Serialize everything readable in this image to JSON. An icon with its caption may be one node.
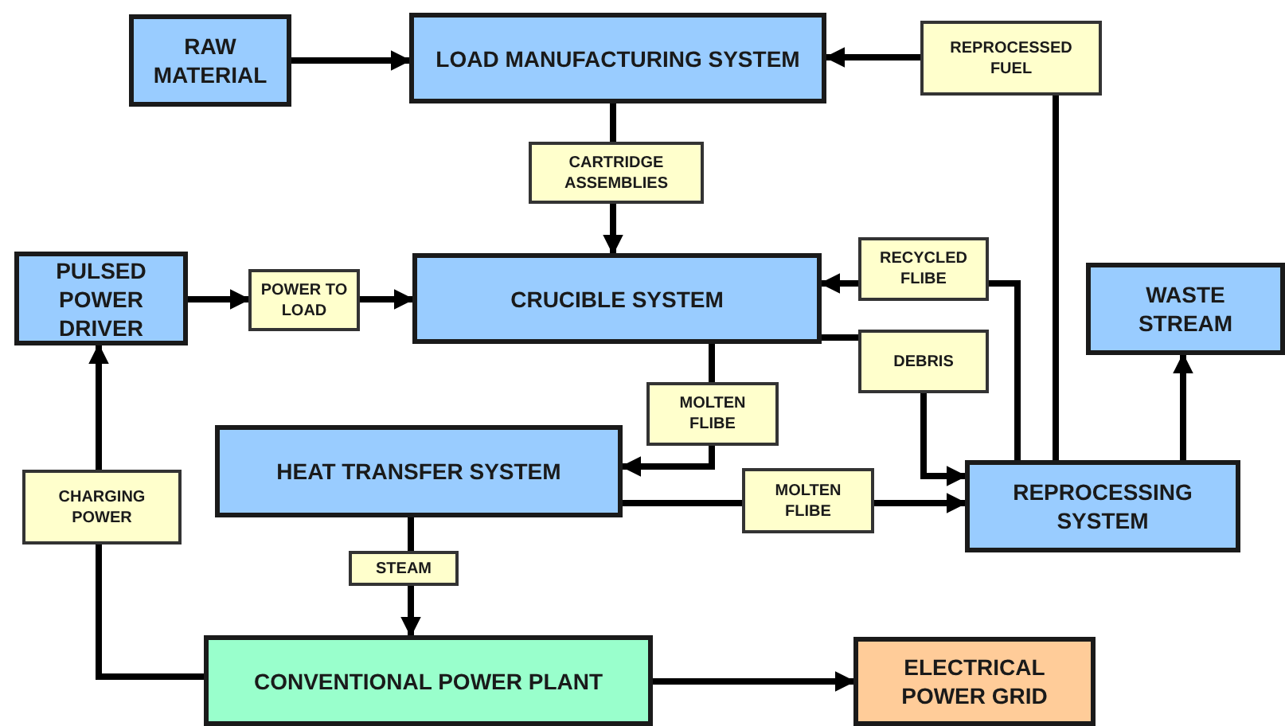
{
  "diagram": {
    "nodes": [
      {
        "text": [
          "RAW MATERIAL"
        ]
      },
      {
        "text": [
          "LOAD MANUFACTURING SYSTEM"
        ]
      },
      {
        "text": [
          "REPROCESSED FUEL"
        ]
      },
      {
        "text": [
          "CARTRIDGE ASSEMBLIES"
        ]
      },
      {
        "text": [
          "PULSED POWER DRIVER"
        ]
      },
      {
        "text": [
          "POWER TO LOAD"
        ]
      },
      {
        "text": [
          "CRUCIBLE SYSTEM"
        ]
      },
      {
        "text": [
          "RECYCLED FLIBE"
        ]
      },
      {
        "text": [
          "WASTE STREAM"
        ]
      },
      {
        "text": [
          "DEBRIS"
        ]
      },
      {
        "text": [
          "MOLTEN FLIBE"
        ]
      },
      {
        "text": [
          "HEAT TRANSFER SYSTEM"
        ]
      },
      {
        "text": [
          "MOLTEN FLIBE"
        ]
      },
      {
        "text": [
          "REPROCESSING SYSTEM"
        ]
      },
      {
        "text": [
          "CHARGING POWER"
        ]
      },
      {
        "text": [
          "STEAM"
        ]
      },
      {
        "text": [
          "CONVENTIONAL POWER PLANT"
        ]
      },
      {
        "text": [
          "ELECTRICAL POWER GRID"
        ]
      }
    ],
    "edges": [
      {
        "from": 0,
        "to": 1,
        "arrow": "to"
      },
      {
        "from": 2,
        "to": 1,
        "arrow": "to"
      },
      {
        "from": 13,
        "to": 2,
        "arrow": "none"
      },
      {
        "from": 1,
        "to": 3,
        "arrow": "none"
      },
      {
        "from": 3,
        "to": 6,
        "arrow": "to"
      },
      {
        "from": 4,
        "to": 5,
        "arrow": "to"
      },
      {
        "from": 5,
        "to": 6,
        "arrow": "to"
      },
      {
        "from": 13,
        "to": 7,
        "arrow": "none"
      },
      {
        "from": 7,
        "to": 6,
        "arrow": "to"
      },
      {
        "from": 6,
        "to": 9,
        "arrow": "none"
      },
      {
        "from": 9,
        "to": 13,
        "arrow": "to"
      },
      {
        "from": 6,
        "to": 10,
        "arrow": "none"
      },
      {
        "from": 10,
        "to": 11,
        "arrow": "to"
      },
      {
        "from": 11,
        "to": 12,
        "arrow": "none"
      },
      {
        "from": 12,
        "to": 13,
        "arrow": "to"
      },
      {
        "from": 13,
        "to": 8,
        "arrow": "to"
      },
      {
        "from": 11,
        "to": 15,
        "arrow": "none"
      },
      {
        "from": 15,
        "to": 16,
        "arrow": "to"
      },
      {
        "from": 16,
        "to": 14,
        "arrow": "none"
      },
      {
        "from": 14,
        "to": 4,
        "arrow": "to"
      },
      {
        "from": 16,
        "to": 17,
        "arrow": "to"
      }
    ]
  }
}
